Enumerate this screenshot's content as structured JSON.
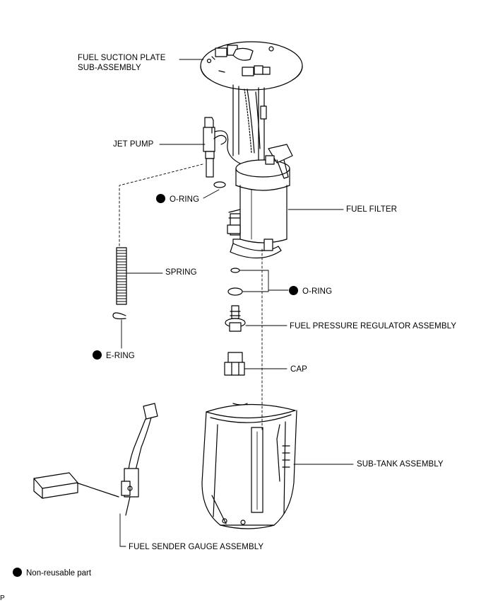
{
  "labels": {
    "fuel_suction_plate_1": "FUEL SUCTION PLATE",
    "fuel_suction_plate_2": "SUB-ASSEMBLY",
    "jet_pump": "JET PUMP",
    "o_ring_upper": "O-RING",
    "fuel_filter": "FUEL FILTER",
    "spring": "SPRING",
    "o_ring_lower": "O-RING",
    "fuel_pressure_regulator": "FUEL PRESSURE REGULATOR ASSEMBLY",
    "e_ring": "E-RING",
    "cap": "CAP",
    "sub_tank": "SUB-TANK ASSEMBLY",
    "fuel_sender_gauge": "FUEL SENDER GAUGE ASSEMBLY"
  },
  "legend": {
    "text": "Non-reusable part"
  },
  "corner_mark": "P"
}
